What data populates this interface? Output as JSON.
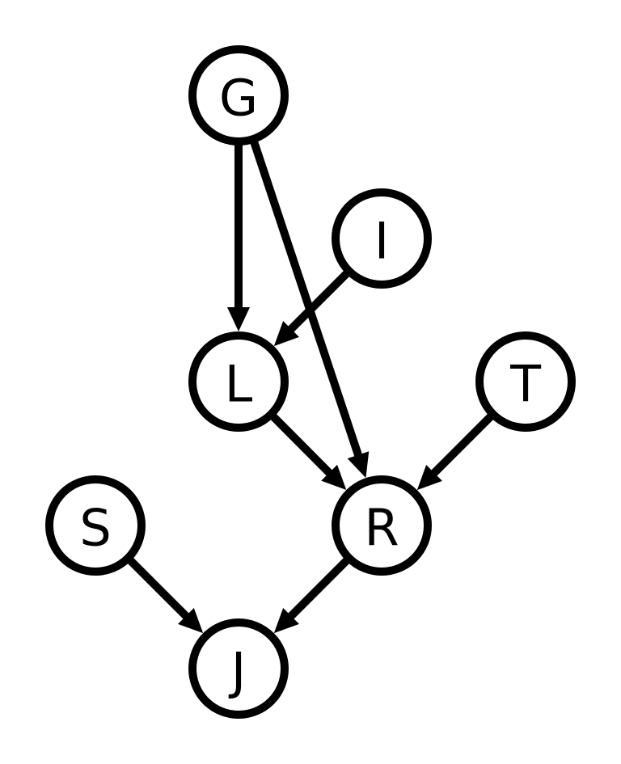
{
  "diagram": {
    "type": "directed-graph",
    "nodes": [
      {
        "id": "G",
        "label": "G"
      },
      {
        "id": "I",
        "label": "I"
      },
      {
        "id": "L",
        "label": "L"
      },
      {
        "id": "T",
        "label": "T"
      },
      {
        "id": "S",
        "label": "S"
      },
      {
        "id": "R",
        "label": "R"
      },
      {
        "id": "J",
        "label": "J"
      }
    ],
    "edges": [
      {
        "from": "G",
        "to": "L"
      },
      {
        "from": "G",
        "to": "R"
      },
      {
        "from": "I",
        "to": "L"
      },
      {
        "from": "L",
        "to": "R"
      },
      {
        "from": "T",
        "to": "R"
      },
      {
        "from": "S",
        "to": "J"
      },
      {
        "from": "R",
        "to": "J"
      }
    ]
  }
}
